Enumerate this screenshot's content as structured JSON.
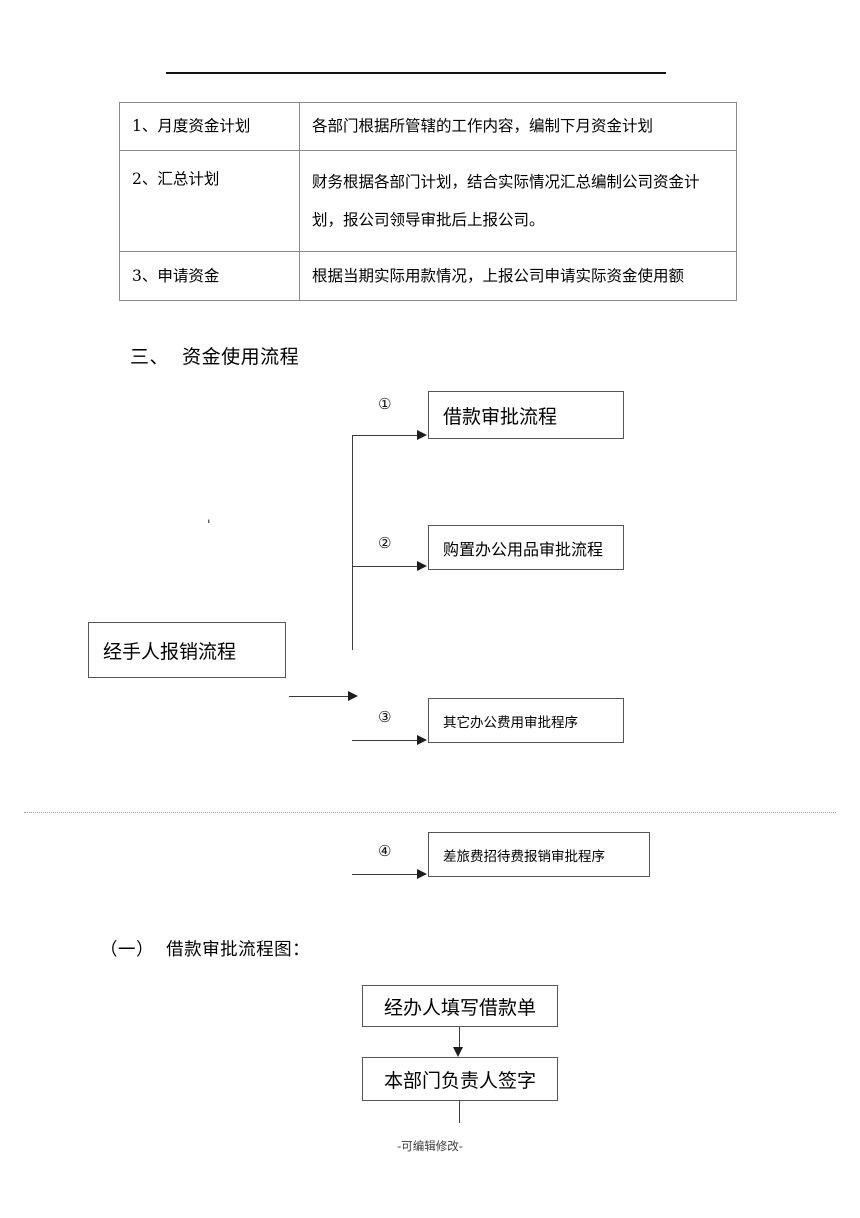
{
  "document": {
    "footer_note": "-可编辑修改-",
    "stray_mark": "'"
  },
  "table": {
    "rows": [
      {
        "label": "1、月度资金计划",
        "desc": "各部门根据所管辖的工作内容，编制下月资金计划"
      },
      {
        "label": "2、汇总计划",
        "desc_line1": "财务根据各部门计划，结合实际情况汇总编制公司资金计",
        "desc_line2": "划，报公司领导审批后上报公司。"
      },
      {
        "label": "3、申请资金",
        "desc": "根据当期实际用款情况，上报公司申请实际资金使用额"
      }
    ]
  },
  "section3": {
    "heading": "三、  资金使用流程",
    "source_box": "经手人报销流程",
    "branches": [
      {
        "marker": "①",
        "label": "借款审批流程"
      },
      {
        "marker": "②",
        "label": "购置办公用品审批流程"
      },
      {
        "marker": "③",
        "label": "其它办公费用审批程序"
      },
      {
        "marker": "④",
        "label": "差旅费招待费报销审批程序"
      }
    ]
  },
  "section_one": {
    "heading": "（一）  借款审批流程图：",
    "steps": [
      {
        "label": "经办人填写借款单"
      },
      {
        "label": "本部门负责人签字"
      }
    ]
  }
}
